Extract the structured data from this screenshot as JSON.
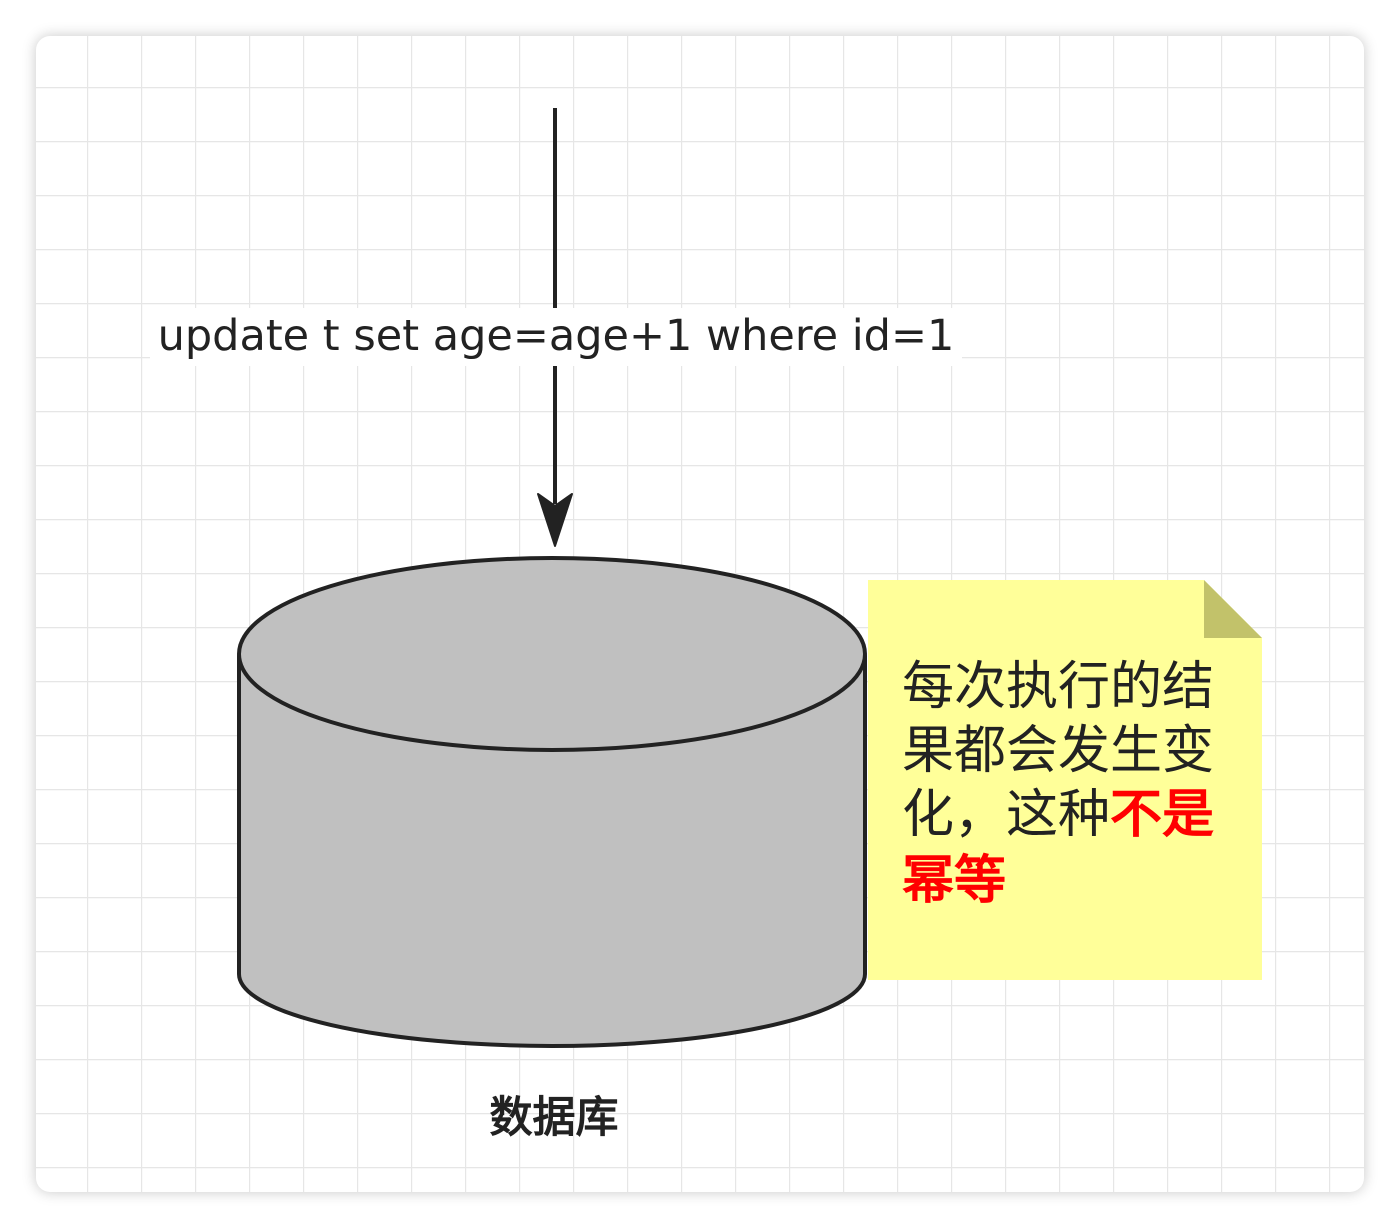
{
  "diagram": {
    "edge_label": "update t set age=age+1 where id=1",
    "node_label": "数据库",
    "note": {
      "line1": "每次执行的结",
      "line2": "果都会发生变",
      "line3_normal": "化，这种",
      "line3_emphasis": "不是",
      "line4_emphasis": "幂等"
    }
  },
  "colors": {
    "grid": "#e6e6e6",
    "cylinder_fill": "#c0c0c0",
    "stroke": "#222222",
    "note_fill": "#ffff99",
    "note_fold": "#c2c26a",
    "text": "#222222",
    "emphasis": "#ff0000"
  },
  "icons": {
    "database": "cylinder-shape",
    "note": "folded-note-shape",
    "arrow": "down-arrow"
  }
}
